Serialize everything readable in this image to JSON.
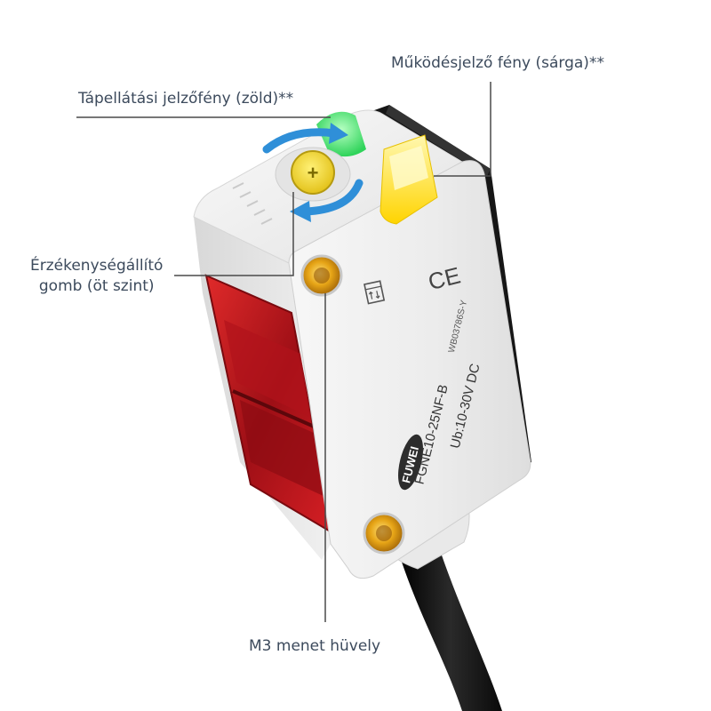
{
  "callouts": {
    "power_led": "Tápellátási jelzőfény (zöld)**",
    "operation_led": "Működésjelző fény (sárga)**",
    "sensitivity_knob": [
      "Érzékenységállító",
      "gomb (öt szint)"
    ],
    "m3_sleeve": "M3 menet hüvely"
  },
  "device_markings": {
    "brand": "FUWEI",
    "model": "FGNE10-25NF-B",
    "voltage": "Ub:10-30V DC",
    "serial": "WB03786S-Y",
    "certification": "CE",
    "knob_glyph": "+"
  },
  "colors": {
    "body": "#f1f1f1",
    "lens": "#c8141e",
    "power_led": "#2fd35a",
    "operation_led": "#ffd400",
    "brass": "#e6a416",
    "cable": "#141414",
    "arrow": "#2f8fd8",
    "leader": "#4a4a4a"
  }
}
